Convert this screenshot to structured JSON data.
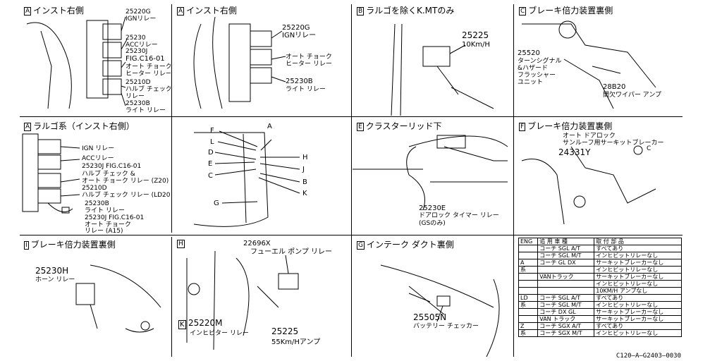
{
  "panels": {
    "p1": {
      "key": "A",
      "title": "インスト右側",
      "labels": [
        "25220G",
        "IGNリレー",
        "25230",
        "ACCリレー",
        "25230J",
        "FIG.C16-01",
        "オート チョーク",
        "ヒーター リレー",
        "25210D",
        "ハルブ チェック",
        "リレー",
        "25230B",
        "ライト リレー"
      ]
    },
    "p2": {
      "key": "A",
      "title": "インスト右側",
      "labels": [
        "25220G",
        "IGNリレー",
        "オート チョーク",
        "ヒーター リレー",
        "25230B",
        "ライト リレー"
      ]
    },
    "p3": {
      "key": "B",
      "title": "ラルゴを除くK.MTのみ",
      "labels": [
        "25225",
        "10Km/H"
      ]
    },
    "p4": {
      "key": "C",
      "title": "ブレーキ倍力装置裏側",
      "labels": [
        "25520",
        "ターンシグナル",
        "&ハザード",
        "フラッシャー",
        "ユニット",
        "28B20",
        "間欠ワイパー アンプ"
      ]
    },
    "p5": {
      "key": "A",
      "title": "ラルゴ系（インスト右側）",
      "labels": [
        "IGN リレー",
        "ACCリレー",
        "25230J FIG.C16-01",
        "ハルブ チェック &",
        "オート チョーク リレー (Z20)",
        "25210D",
        "ハルブ チェック リレー (LD20)",
        "25230B",
        "ライト リレー",
        "25230J FIG.C16-01",
        "オート チョーク",
        "リレー (A15)"
      ]
    },
    "p6": {
      "letters": [
        "F",
        "L",
        "D",
        "E",
        "C",
        "G",
        "A",
        "H",
        "J",
        "B",
        "K"
      ]
    },
    "p7": {
      "key": "E",
      "title": "クラスターリッド下",
      "labels": [
        "25230E",
        "ドアロック タイマー リレー",
        "(GSのみ)"
      ]
    },
    "p8": {
      "key": "F",
      "title": "ブレーキ倍力装置裏側",
      "labels": [
        "オート ドアロック",
        "サンルーフ用サーキットブレーカー",
        "24331Y",
        "C"
      ]
    },
    "p9": {
      "key": "I",
      "title": "ブレーキ倍力装置裏側",
      "labels": [
        "25230H",
        "ホーン リレー"
      ]
    },
    "p10": {
      "key": "H",
      "title": "",
      "labels": [
        "22696X",
        "フューエル ポンプ リレー",
        "K",
        "25220M",
        "インヒビター リレー",
        "25225",
        "55Km/Hアンプ"
      ]
    },
    "p11": {
      "key": "G",
      "title": "インテーク ダクト裏側",
      "labels": [
        "25505N",
        "バッテリー チェッカー"
      ]
    }
  },
  "table": {
    "headers": [
      "ENG",
      "追 用 車 種",
      "取 付 部 品"
    ],
    "rows": [
      [
        "",
        "コーチ SGL A/T",
        "すべてあり"
      ],
      [
        "",
        "コーチ SGL M/T",
        "インヒビットリレーなし"
      ],
      [
        "A",
        "コーチ GL DX",
        "サーキットブレーカーなし"
      ],
      [
        "系",
        "",
        "インヒビットリレーなし"
      ],
      [
        "",
        "VANトラック",
        "サーキットブレーカーなし"
      ],
      [
        "",
        "",
        "インヒビットリレーなし"
      ],
      [
        "",
        "",
        "10KM/H アンプなし"
      ],
      [
        "LD",
        "コーチ SGL A/T",
        "すべてあり"
      ],
      [
        "系",
        "コーチ SGL M/T",
        "インヒビットリレーなし"
      ],
      [
        "",
        "コーチ DX GL",
        "サーキットブレーカーなし"
      ],
      [
        "",
        "VAN トラック",
        "サーキットブレーカーなし"
      ],
      [
        "Z",
        "コーチ SGX A/T",
        "すべてあり"
      ],
      [
        "系",
        "コーチ SGX M/T",
        "インヒビットリレーなし"
      ]
    ]
  },
  "caption": "C120—A—G2403—0030"
}
